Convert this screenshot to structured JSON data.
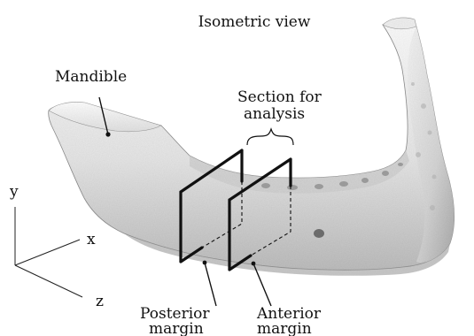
{
  "figure": {
    "title": "Isometric view",
    "labels": {
      "mandible": "Mandible",
      "section_line1": "Section for",
      "section_line2": "analysis",
      "posterior_line1": "Posterior",
      "posterior_line2": "margin",
      "anterior_line1": "Anterior",
      "anterior_line2": "margin"
    },
    "axes": {
      "x": "x",
      "y": "y",
      "z": "z"
    }
  },
  "colors": {
    "bone_light": "#f7f7f7",
    "bone_mid": "#d8d8d8",
    "bone_dark": "#9a9a9a",
    "line": "#111111",
    "background": "#ffffff"
  }
}
